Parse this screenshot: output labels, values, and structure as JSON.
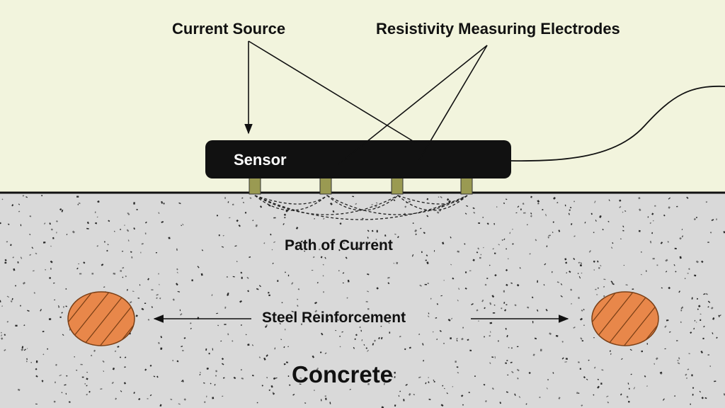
{
  "labels": {
    "current_source": "Current Source",
    "electrodes": "Resistivity Measuring Electrodes",
    "sensor": "Sensor",
    "path_of_current": "Path of Current",
    "steel_reinforcement": "Steel Reinforcement",
    "concrete": "Concrete"
  },
  "colors": {
    "background": "#f2f4dd",
    "concrete": "#d9d9d9",
    "sensor_body": "#111111",
    "electrode": "#9a9a52",
    "rebar_fill": "#e8874a",
    "rebar_stroke": "#7a3f16"
  }
}
